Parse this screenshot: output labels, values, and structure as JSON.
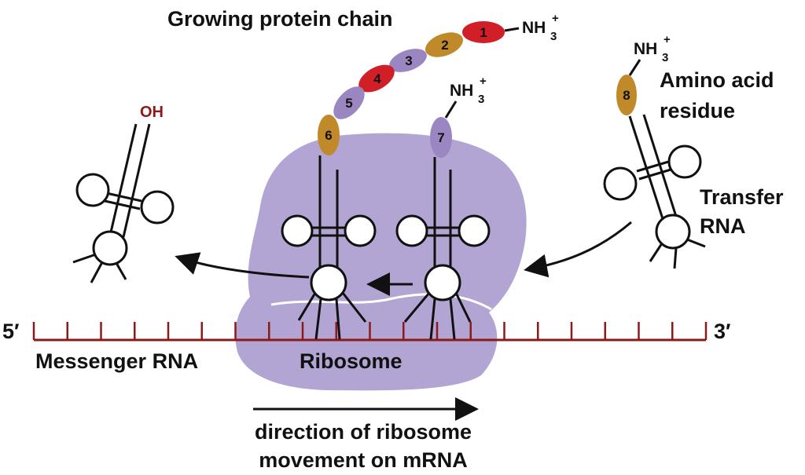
{
  "labels": {
    "chain": "Growing protein chain",
    "amino_line1": "Amino acid",
    "amino_line2": "residue",
    "trna_line1": "Transfer",
    "trna_line2": "RNA",
    "five_prime": "5′",
    "three_prime": "3′",
    "mrna": "Messenger RNA",
    "ribosome": "Ribosome",
    "direction_line1": "direction of ribosome",
    "direction_line2": "movement on mRNA",
    "oh": "OH",
    "nh": "NH",
    "sub3": "3",
    "plus": "+"
  },
  "chain_residues": [
    {
      "num": "1",
      "color": "#d01f26"
    },
    {
      "num": "2",
      "color": "#c08a2a"
    },
    {
      "num": "3",
      "color": "#9a86c0"
    },
    {
      "num": "4",
      "color": "#d01f26"
    },
    {
      "num": "5",
      "color": "#9a86c0"
    },
    {
      "num": "6",
      "color": "#c08a2a"
    }
  ],
  "residue_7": {
    "num": "7",
    "color": "#9a86c0"
  },
  "residue_8": {
    "num": "8",
    "color": "#c08a2a"
  },
  "colors": {
    "ribosome": "#b3a5d3",
    "mrna": "#8b1a1a",
    "oh": "#8b1a1a",
    "ink": "#111111"
  }
}
